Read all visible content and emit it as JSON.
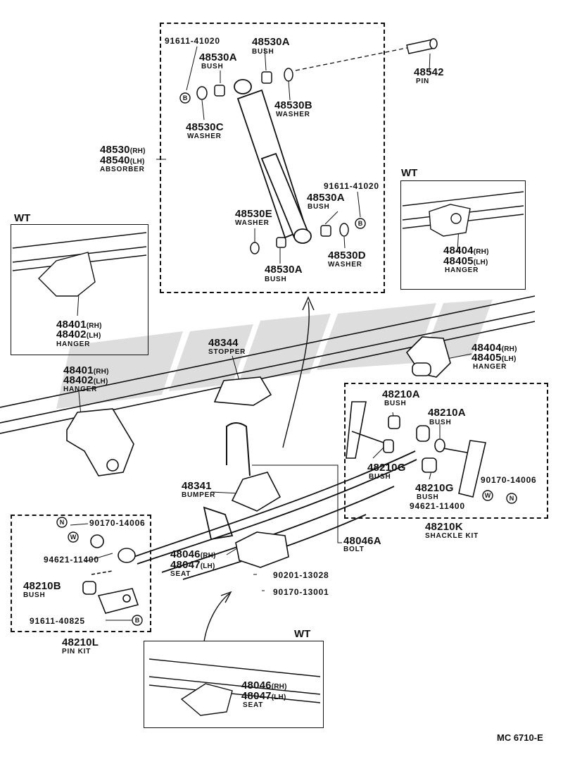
{
  "diagram_code": "MC 6710-E",
  "wt": "WT",
  "absorber": {
    "pn_rh": "48530",
    "pn_lh": "48540",
    "rh": "(RH)",
    "lh": "(LH)",
    "name": "ABSORBER",
    "bolt_top": "91611-41020",
    "bolt_mid": "91611-41020",
    "bush_a1": "48530A",
    "bush_a2": "48530A",
    "bush_a3": "48530A",
    "bush_a4": "48530A",
    "bush_name": "BUSH",
    "washer_b": "48530B",
    "washer_c": "48530C",
    "washer_d": "48530D",
    "washer_e": "48530E",
    "washer_name": "WASHER"
  },
  "pin": {
    "pn": "48542",
    "name": "PIN"
  },
  "hanger_front_wt": {
    "pn_rh": "48401",
    "pn_lh": "48402",
    "rh": "(RH)",
    "lh": "(LH)",
    "name": "HANGER"
  },
  "hanger_front": {
    "pn_rh": "48401",
    "pn_lh": "48402",
    "rh": "(RH)",
    "lh": "(LH)",
    "name": "HANGER"
  },
  "hanger_rear_wt": {
    "pn_rh": "48404",
    "pn_lh": "48405",
    "rh": "(RH)",
    "lh": "(LH)",
    "name": "HANGER"
  },
  "hanger_rear": {
    "pn_rh": "48404",
    "pn_lh": "48405",
    "rh": "(RH)",
    "lh": "(LH)",
    "name": "HANGER"
  },
  "stopper": {
    "pn": "48344",
    "name": "STOPPER"
  },
  "bumper": {
    "pn": "48341",
    "name": "BUMPER"
  },
  "seat": {
    "pn_rh": "48046",
    "pn_lh": "48047",
    "rh": "(RH)",
    "lh": "(LH)",
    "name": "SEAT"
  },
  "seat_wt": {
    "pn_rh": "48046",
    "pn_lh": "48047",
    "rh": "(RH)",
    "lh": "(LH)",
    "name": "SEAT"
  },
  "bolt": {
    "pn": "48046A",
    "name": "BOLT"
  },
  "washer_90201": "90201-13028",
  "nut_90170": "90170-13001",
  "shackle_kit": {
    "pn": "48210K",
    "name": "SHACKLE KIT",
    "bush_a1": "48210A",
    "bush_a2": "48210A",
    "bush_g1": "48210G",
    "bush_g2": "48210G",
    "bush_name": "BUSH",
    "nut": "90170-14006",
    "washer": "94621-11400",
    "n_mark": "N",
    "w_mark": "W"
  },
  "pin_kit": {
    "pn": "48210L",
    "name": "PIN KIT",
    "nut": "90170-14006",
    "washer": "94621-11400",
    "bush": "48210B",
    "bush_name": "BUSH",
    "bolt": "91611-40825",
    "n_mark": "N",
    "w_mark": "W",
    "b_mark": "B"
  }
}
